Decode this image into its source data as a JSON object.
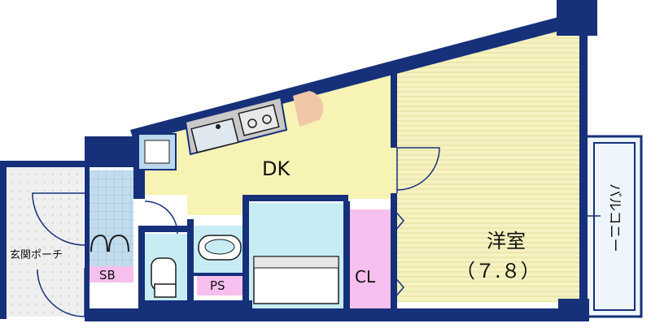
{
  "colors": {
    "wall": "#16307a",
    "dk_floor": "#f7f3b5",
    "western_floor": "#f6f2c2",
    "western_stripe": "#e7df9c",
    "wet_area": "#c7ecf4",
    "tile_blue": "#bcd9ec",
    "storage_pink": "#f6bfee",
    "balcony": "#eef6fb",
    "entrance_tile": "#ececec",
    "counter": "#c9c9c9"
  },
  "labels": {
    "dk": "DK",
    "western_room": "洋室",
    "western_size": "（７.８）",
    "closet": "CL",
    "shoe_box": "SB",
    "pipe_space": "PS",
    "entrance_porch": "玄関ポーチ",
    "balcony": "バルコニー"
  },
  "icons": [
    "sink-icon",
    "stove-icon",
    "fridge-icon",
    "toilet-icon",
    "washbasin-icon",
    "bed-icon",
    "door-swing-icon"
  ]
}
